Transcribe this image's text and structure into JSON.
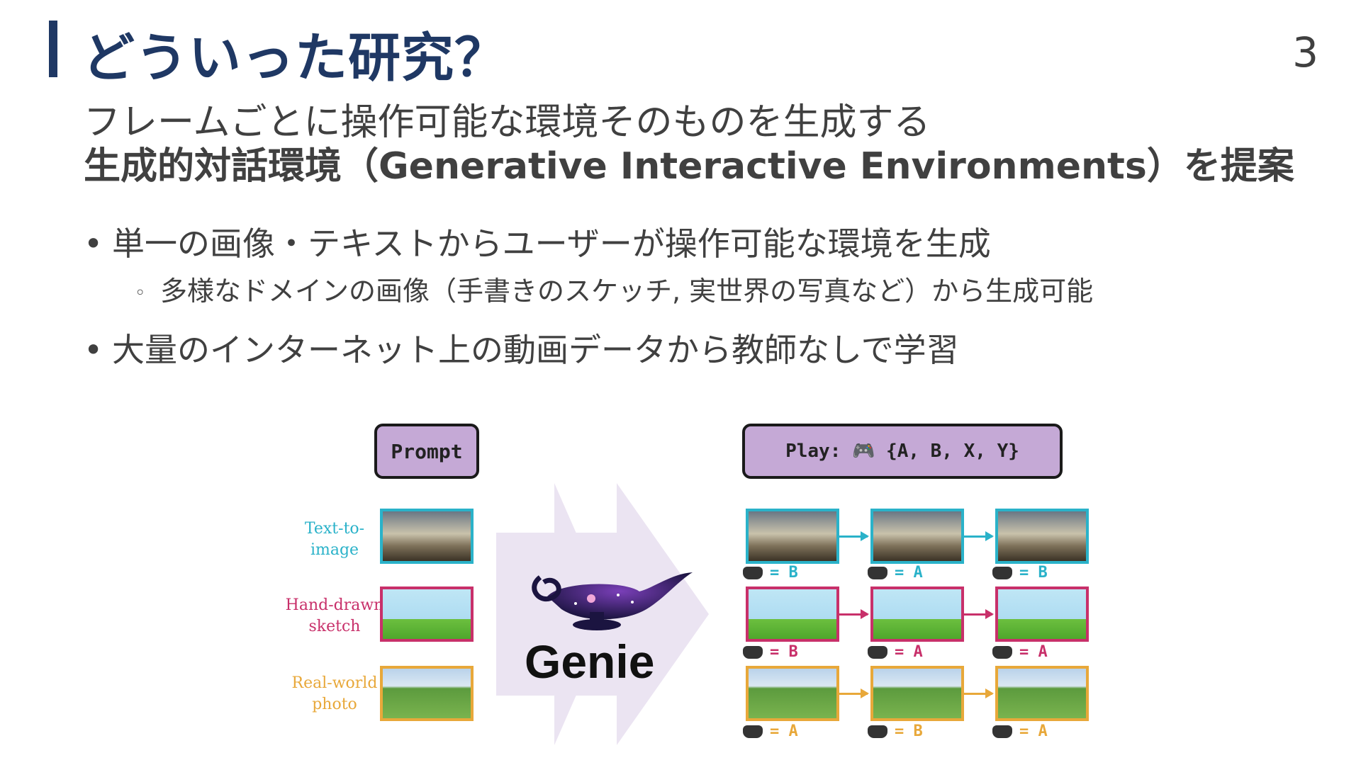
{
  "slide": {
    "title": "どういった研究？",
    "page_number": "3",
    "subtitle_line1": "フレームごとに操作可能な環境そのものを生成する",
    "subtitle_line2": "生成的対話環境（Generative Interactive Environments）を提案",
    "bullets": [
      {
        "marker": "•",
        "text": "単一の画像・テキストからユーザーが操作可能な環境を生成"
      },
      {
        "marker": "•",
        "text": "大量のインターネット上の動画データから教師なしで学習"
      }
    ],
    "sub_bullet": {
      "marker": "◦",
      "text": "多様なドメインの画像（手書きのスケッチ, 実世界の写真など）から生成可能"
    }
  },
  "figure": {
    "prompt_label": "Prompt",
    "play_label": "Play: 🎮 {A, B, X, Y}",
    "genie_label": "Genie",
    "rows": [
      {
        "source": "Text-to-image",
        "color": "#2ab2c9",
        "actions": [
          "= B",
          "= A",
          "= B"
        ]
      },
      {
        "source": "Hand-drawn sketch",
        "color": "#c8306a",
        "actions": [
          "= B",
          "= A",
          "= A"
        ]
      },
      {
        "source": "Real-world photo",
        "color": "#e8a83a",
        "actions": [
          "= A",
          "= B",
          "= A"
        ]
      }
    ],
    "arrow_color": "#ebe4f2"
  }
}
